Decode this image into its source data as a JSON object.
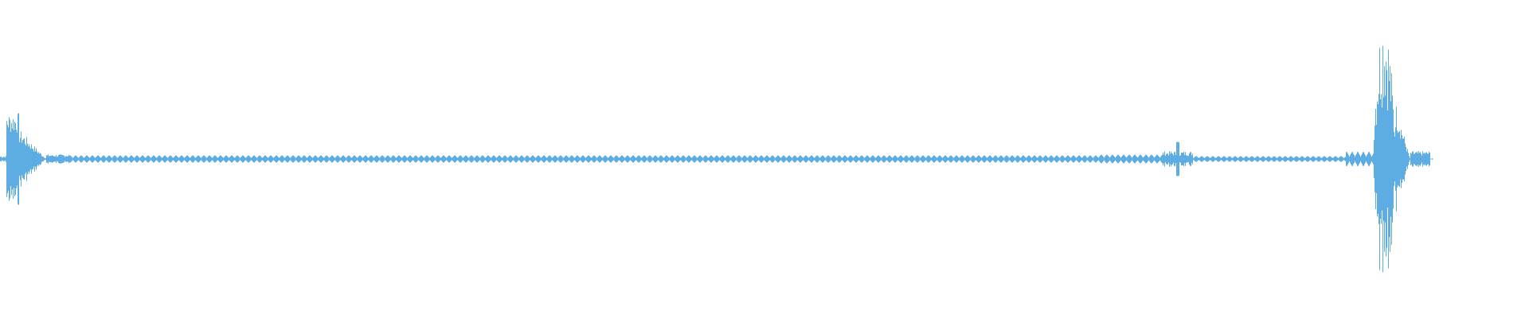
{
  "waveform": {
    "color": "#5dade2",
    "background": "#ffffff",
    "segments": [
      {
        "start": 0.0,
        "end": 0.004,
        "amp": 0.02,
        "kind": "noise"
      },
      {
        "start": 0.004,
        "end": 0.012,
        "amp": 0.3,
        "kind": "burst"
      },
      {
        "start": 0.012,
        "end": 0.03,
        "amp": 0.2,
        "kind": "decay"
      },
      {
        "start": 0.03,
        "end": 0.045,
        "amp": 0.03,
        "kind": "noise"
      },
      {
        "start": 0.045,
        "end": 0.718,
        "amp": 0.025,
        "kind": "pulses"
      },
      {
        "start": 0.718,
        "end": 0.76,
        "amp": 0.03,
        "kind": "pulses"
      },
      {
        "start": 0.76,
        "end": 0.78,
        "amp": 0.05,
        "kind": "spike"
      },
      {
        "start": 0.78,
        "end": 0.88,
        "amp": 0.02,
        "kind": "pulses"
      },
      {
        "start": 0.88,
        "end": 0.898,
        "amp": 0.05,
        "kind": "pulses"
      },
      {
        "start": 0.898,
        "end": 0.912,
        "amp": 0.98,
        "kind": "loud"
      },
      {
        "start": 0.912,
        "end": 0.922,
        "amp": 0.4,
        "kind": "decay"
      },
      {
        "start": 0.922,
        "end": 0.935,
        "amp": 0.05,
        "kind": "noise"
      }
    ]
  }
}
